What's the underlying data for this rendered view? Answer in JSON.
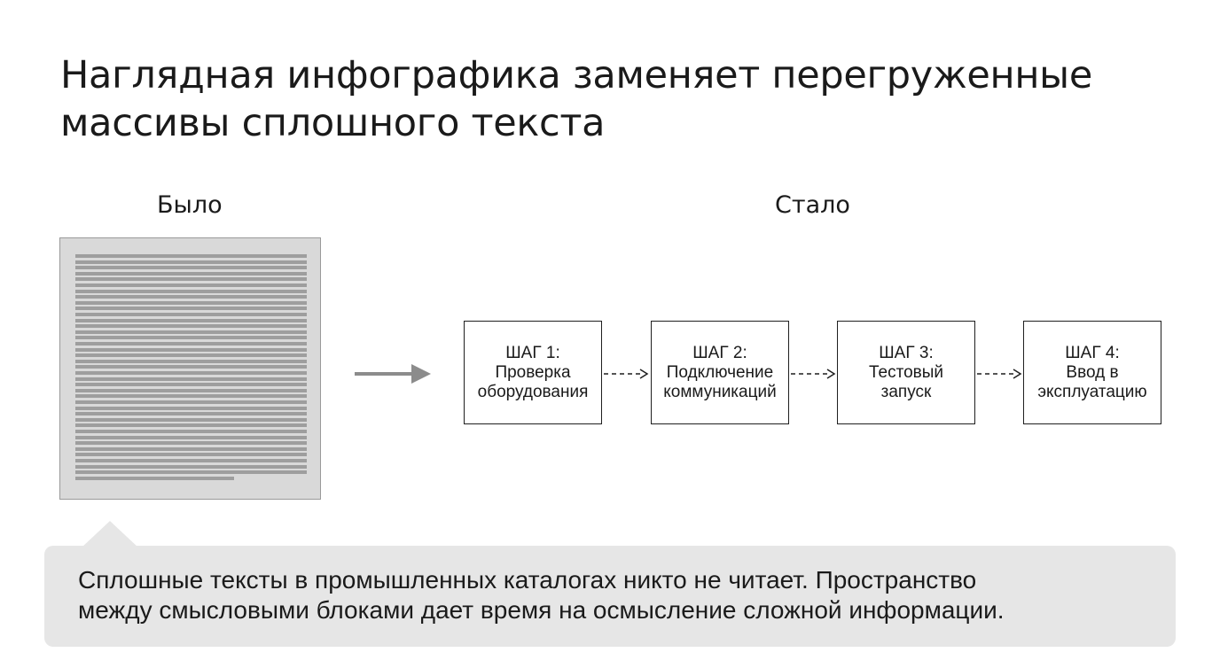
{
  "title": {
    "line1": "Наглядная инфографика заменяет перегруженные",
    "line2": "массивы сплошного текста"
  },
  "before": {
    "label": "Было",
    "text_line_count": 39
  },
  "after": {
    "label": "Стало",
    "steps": [
      {
        "label": "ШАГ 1:",
        "lines": [
          "Проверка",
          "оборудования"
        ]
      },
      {
        "label": "ШАГ 2:",
        "lines": [
          "Подключение",
          "коммуникаций"
        ]
      },
      {
        "label": "ШАГ 3:",
        "lines": [
          "Тестовый",
          "запуск"
        ]
      },
      {
        "label": "ШАГ 4:",
        "lines": [
          "Ввод в",
          "эксплуатацию"
        ]
      }
    ]
  },
  "note": {
    "line1": "Сплошные тексты в промышленных каталогах никто не читает. Пространство",
    "line2": "между смысловыми блоками дает время на осмысление сложной информации."
  },
  "colors": {
    "text_block_bg": "#d9d9d9",
    "text_line": "#9e9e9e",
    "arrow": "#8c8c8c",
    "box_border": "#1f1f1f",
    "note_bg": "#e6e6e6"
  }
}
